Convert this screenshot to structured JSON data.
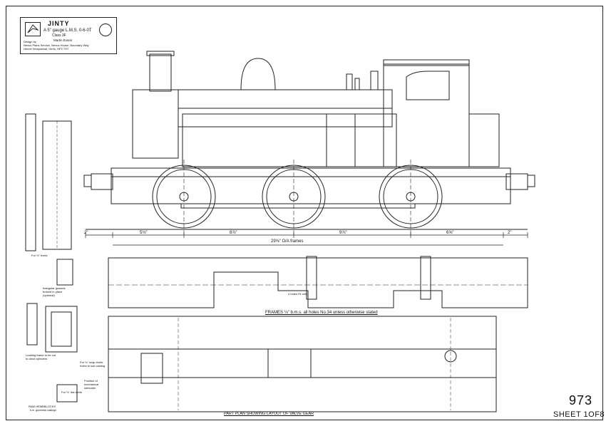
{
  "title_block": {
    "title": "JINTY",
    "subtitle": "A 5\" gauge L.M.S. 0-6-0T",
    "class": "Class 3F",
    "author": "Martin Evans",
    "design_lines": [
      "Design by",
      "Nexus Plans Service, Nexus House, Boundary Way",
      "Hemel Hempstead, Herts, HP2 7ST"
    ]
  },
  "dimensions": {
    "front_overhang": "2\"",
    "wheelbase_1": "5⅛\"",
    "wheelbase_2": "8⅞\"",
    "wheelbase_3": "9⅞\"",
    "rear_span": "6⅝\"",
    "rear_overhang": "2\"",
    "frame_length": "29⅝\" O/A frames"
  },
  "notes": {
    "frames_note": "FRAMES ⅛\" b.m.s. all holes No.34 unless otherwise stated",
    "valve_gear_note": "PART PLAN SHOWING LAYOUT OF VALVE GEAR",
    "triangular_gussets": "triangular gussets brazed in place (optional)",
    "loading_frame": "Loading frame to be cut to clear cylinders",
    "rivets_note": "For ⅛\" rivets",
    "drilling_note": "For ⅛\" snap rivets holes to suit casting",
    "lubricator_note": "Position of mechanical lubricator",
    "rivets_note_2": "For ⅛\" dia rivets",
    "builder_note": "RAW HEMBBLOCKS",
    "builder_sub": "b.m. gunmetal castings",
    "frame_holes_note": "4 holes Fit only"
  },
  "drawing_number": "973",
  "sheet_label": "SHEET 1OF8"
}
